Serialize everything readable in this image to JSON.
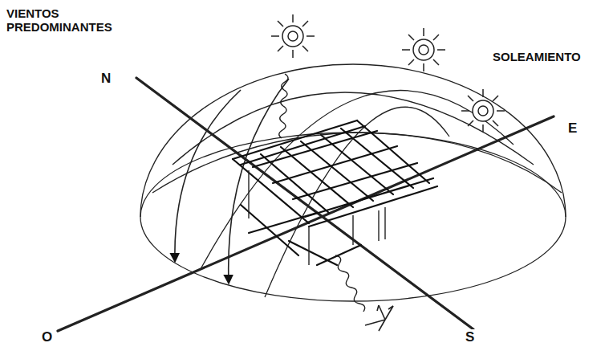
{
  "diagram": {
    "labels": [
      "VIENTOS PREDOMINANTES",
      "SOLEAMIENTO",
      "N",
      "E",
      "O",
      "S"
    ]
  }
}
